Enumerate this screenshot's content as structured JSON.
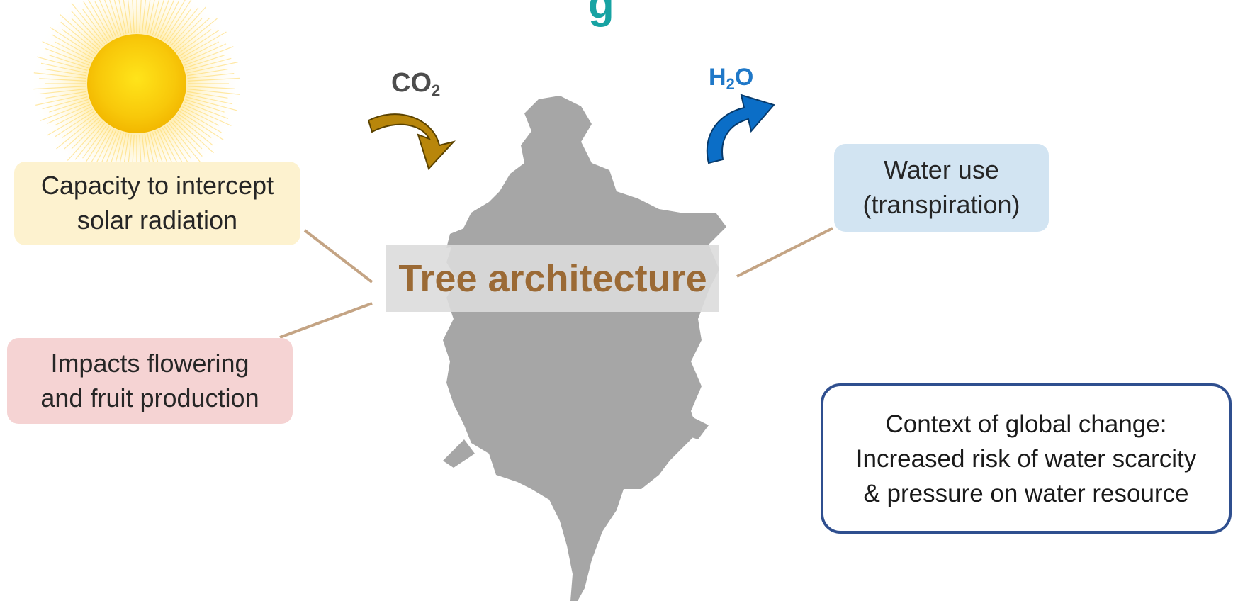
{
  "title_fragment": "g",
  "gas_labels": {
    "co2_main": "CO",
    "co2_sub": "2",
    "h2o_h": "H",
    "h2o_sub": "2",
    "h2o_o": "O"
  },
  "center_label": "Tree architecture",
  "boxes": {
    "solar": {
      "line1": "Capacity to intercept",
      "line2": "solar radiation",
      "color": "#fdf2cf"
    },
    "flowering": {
      "line1": "Impacts flowering",
      "line2": "and fruit production",
      "color": "#f5d3d3"
    },
    "water": {
      "line1": "Water use",
      "line2": "(transpiration)",
      "color": "#d2e4f2"
    },
    "context": {
      "line1": "Context of global change:",
      "line2": "Increased risk of water scarcity",
      "line3": "& pressure on water resource"
    }
  },
  "colors": {
    "title": "#17a3a3",
    "center_label": "#9b6a35",
    "co2_arrow": "#b8860b",
    "h2o_arrow": "#0b6ec7",
    "connector": "#c4a484",
    "tree": "#a6a6a6",
    "context_border": "#2f4f8f"
  },
  "icons": [
    "sun-icon",
    "co2-arrow-icon",
    "h2o-arrow-icon",
    "tree-silhouette"
  ]
}
